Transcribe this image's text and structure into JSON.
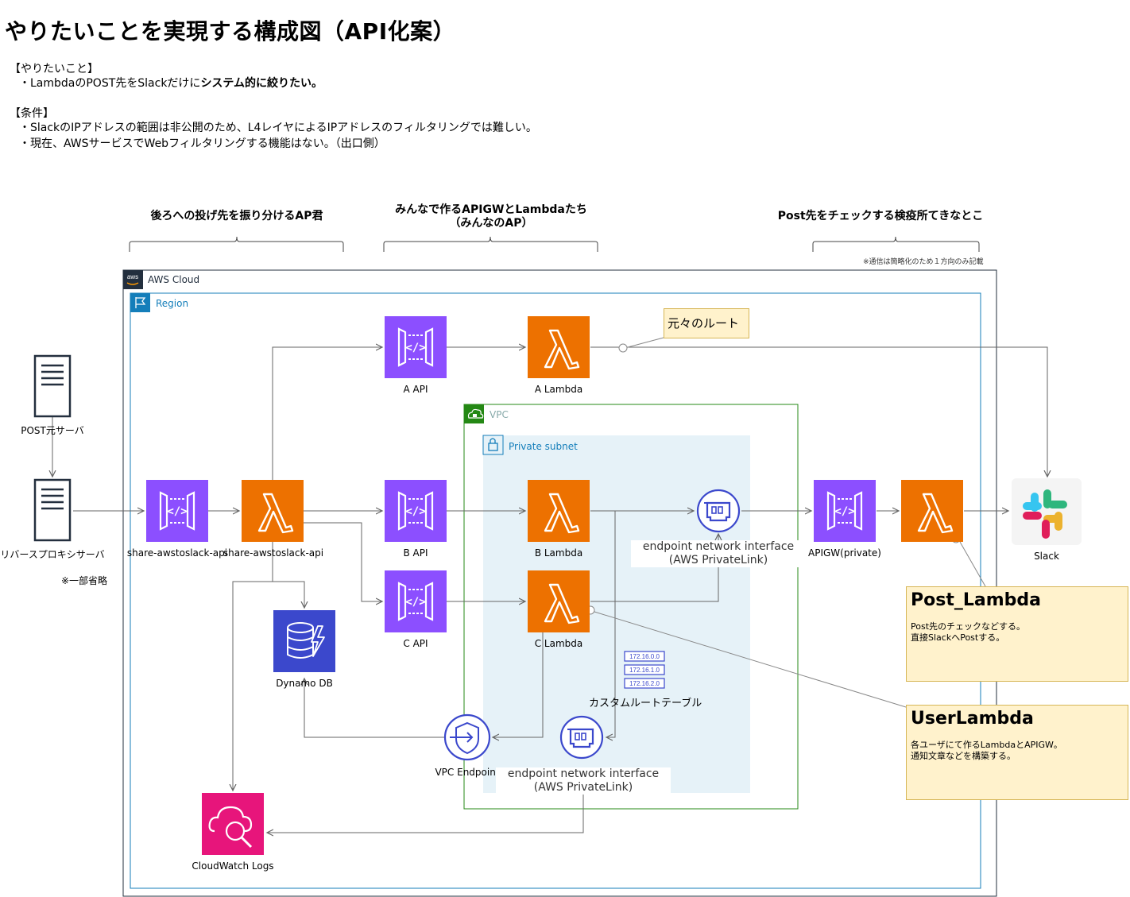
{
  "title": "やりたいことを実現する構成図（API化案）",
  "description": {
    "want_heading": "【やりたいこと】",
    "want_item_prefix": "・LambdaのPOST先をSlackだけに",
    "want_item_bold": "システム的に絞りたい。",
    "conditions_heading": "【条件】",
    "conditions": [
      "・SlackのIPアドレスの範囲は非公開のため、L4レイヤによるIPアドレスのフィルタリングでは難しい。",
      "・現在、AWSサービスでWebフィルタリングする機能はない。（出口側）"
    ]
  },
  "sections": {
    "left": "後ろへの投げ先を振り分けるAP君",
    "middle_line1": "みんなで作るAPIGWとLambdaたち",
    "middle_line2": "（みんなのAP）",
    "right": "Post先をチェックする検疫所てきなとこ"
  },
  "note_simplified": "※通信は簡略化のため１方向のみ記載",
  "groups": {
    "aws_cloud": "AWS Cloud",
    "region": "Region",
    "vpc": "VPC",
    "private_subnet": "Private subnet"
  },
  "services": {
    "post_server": "POST元サーバ",
    "reverse_proxy": "リバースプロキシサーバ",
    "partial_omit": "※一部省略",
    "share_api": "share-awstoslack-api",
    "share_lambda": "share-awstoslack-api",
    "a_api": "A API",
    "a_lambda": "A Lambda",
    "b_api": "B API",
    "b_lambda": "B Lambda",
    "c_api": "C API",
    "c_lambda": "C Lambda",
    "dynamo": "Dynamo DB",
    "vpc_endpoint": "VPC Endpoint",
    "cloudwatch": "CloudWatch Logs",
    "apigw_private": "APIGW(private)",
    "slack": "Slack",
    "route_table": "カスタムルートテーブル",
    "route_entries": [
      "172.16.0.0",
      "172.16.1.0",
      "172.16.2.0"
    ]
  },
  "eni_1": {
    "line1": "endpoint network interface",
    "line2": "(AWS PrivateLink)"
  },
  "eni_2": {
    "line1": "endpoint network interface",
    "line2": "(AWS PrivateLink)"
  },
  "original_route": "元々のルート",
  "notes": {
    "post_lambda_title": "Post_Lambda",
    "post_lambda_body": "Post先のチェックなどする。\n直接SlackへPostする。",
    "user_lambda_title": "UserLambda",
    "user_lambda_body": "各ユーザにて作るLambdaとAPIGW。\n通知文章などを構築する。"
  },
  "colors": {
    "apigw": "#8c4fff",
    "lambda": "#ed7100",
    "dynamo": "#3b48cc",
    "cloudwatch": "#e7157b",
    "vpc_border": "#248814",
    "region_border": "#147eba",
    "subnet_fill": "#e6f2f8",
    "note_fill": "#fff2cc"
  }
}
